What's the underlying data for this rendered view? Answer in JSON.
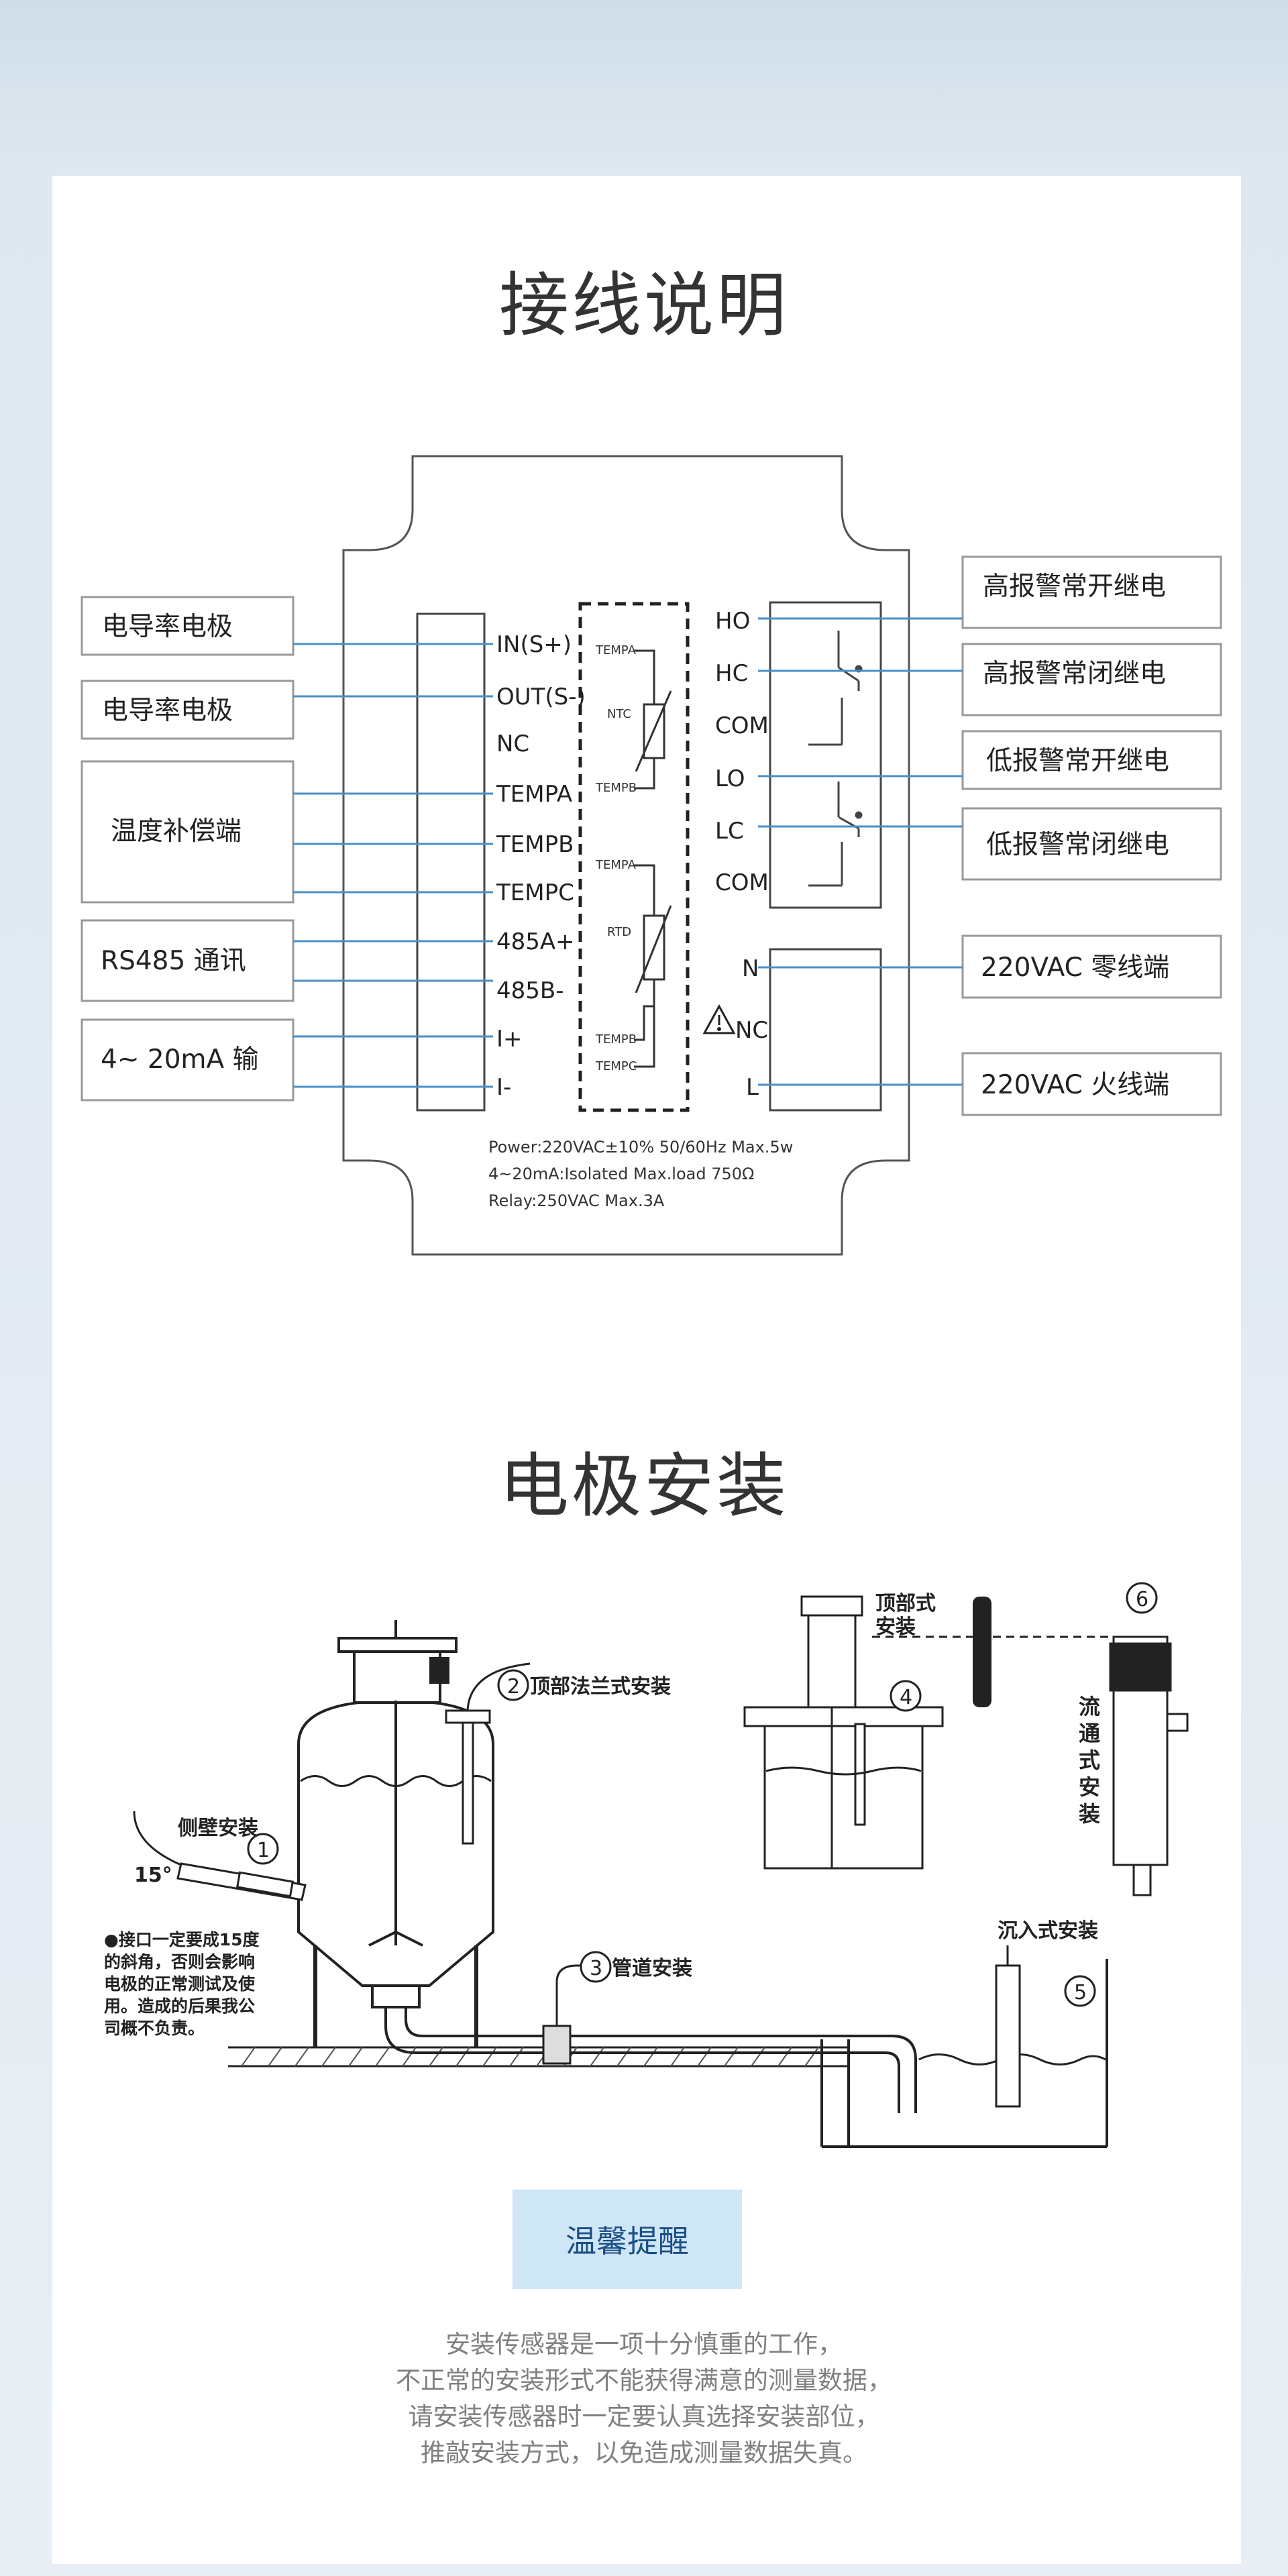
{
  "wiring": {
    "title": "接线说明",
    "left_labels": [
      "电导率电极",
      "电导率电极",
      "温度补偿端",
      "RS485 通讯",
      "4~ 20mA 输"
    ],
    "terminals_left": [
      "IN(S+)",
      "OUT(S-)",
      "NC",
      "TEMPA",
      "TEMPB",
      "TEMPC",
      "485A+",
      "485B-",
      "I+",
      "I-"
    ],
    "sensor": {
      "ntc_a": "TEMPA",
      "ntc": "NTC",
      "ntc_b": "TEMPB",
      "rtd_a": "TEMPA",
      "rtd": "RTD",
      "rtd_b": "TEMPB",
      "rtd_c": "TEMPC"
    },
    "terminals_right": [
      "HO",
      "HC",
      "COM",
      "LO",
      "LC",
      "COM"
    ],
    "power_terminals": [
      "N",
      "NC",
      "L"
    ],
    "right_labels": [
      "高报警常开继电",
      "高报警常闭继电",
      "低报警常开继电",
      "低报警常闭继电",
      "220VAC 零线端",
      "220VAC 火线端"
    ],
    "specs": [
      "Power:220VAC±10% 50/60Hz Max.5w",
      "4~20mA:Isolated Max.load 750Ω",
      "Relay:250VAC Max.3A"
    ]
  },
  "install": {
    "title": "电极安装",
    "labels": {
      "side_wall": "侧壁安装",
      "angle": "15°",
      "top_flange": "顶部法兰式安装",
      "pipe": "管道安装",
      "top_mount": [
        "顶部式",
        "安装"
      ],
      "flow": [
        "流",
        "通",
        "式",
        "安",
        "装"
      ],
      "immersion": "沉入式安装",
      "note": [
        "●接口一定要成15度",
        "的斜角，否则会影响",
        "电极的正常测试及使",
        "用。造成的后果我公",
        "司概不负责。"
      ]
    },
    "numbers": [
      "1",
      "2",
      "3",
      "4",
      "5",
      "6"
    ]
  },
  "tip": {
    "title": "温馨提醒",
    "lines": [
      "安装传感器是一项十分慎重的工作，",
      "不正常的安装形式不能获得满意的测量数据，",
      "请安装传感器时一定要认真选择安装部位，",
      "推敲安装方式，以免造成测量数据失真。"
    ]
  },
  "colors": {
    "wire": "#4a8fc6",
    "tip_bg": "#cfe6f7",
    "tip_text": "#1b4f86"
  }
}
